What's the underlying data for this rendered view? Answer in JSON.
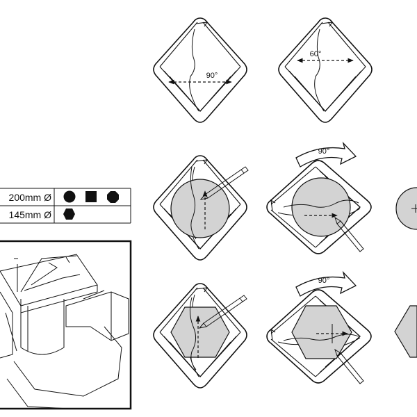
{
  "capacity_table": {
    "rows": [
      {
        "size": "200mm Ø",
        "shapes": [
          "circle-shape-icon",
          "square-shape-icon",
          "octagon-shape-icon"
        ]
      },
      {
        "size": "145mm Ø",
        "shapes": [
          "hexagon-shape-icon"
        ]
      }
    ]
  },
  "angles": {
    "top_left": "90°",
    "top_right": "60°",
    "rotate_middle": "90°",
    "rotate_bottom": "90°"
  },
  "colors": {
    "ink": "#111111",
    "workpiece_fill": "#d3d3d3",
    "background": "#ffffff"
  }
}
